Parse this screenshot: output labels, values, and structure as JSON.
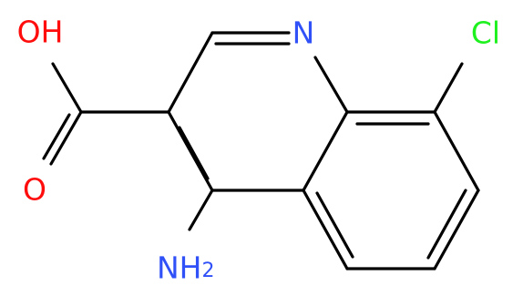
{
  "molecule": {
    "atoms": {
      "hydroxyl": {
        "text": "OH",
        "element": "O"
      },
      "carbonyl_oxygen": {
        "text": "O",
        "element": "O"
      },
      "ring_nitrogen": {
        "text": "N",
        "element": "N"
      },
      "chlorine": {
        "text": "Cl",
        "element": "Cl"
      },
      "amino": {
        "text": "NH",
        "subscript": "2",
        "element": "N"
      }
    }
  },
  "colors": {
    "oxygen": "#ff0d0d",
    "nitrogen": "#3050f8",
    "chlorine": "#1ff01f",
    "bond": "#000000",
    "background": "#ffffff"
  }
}
